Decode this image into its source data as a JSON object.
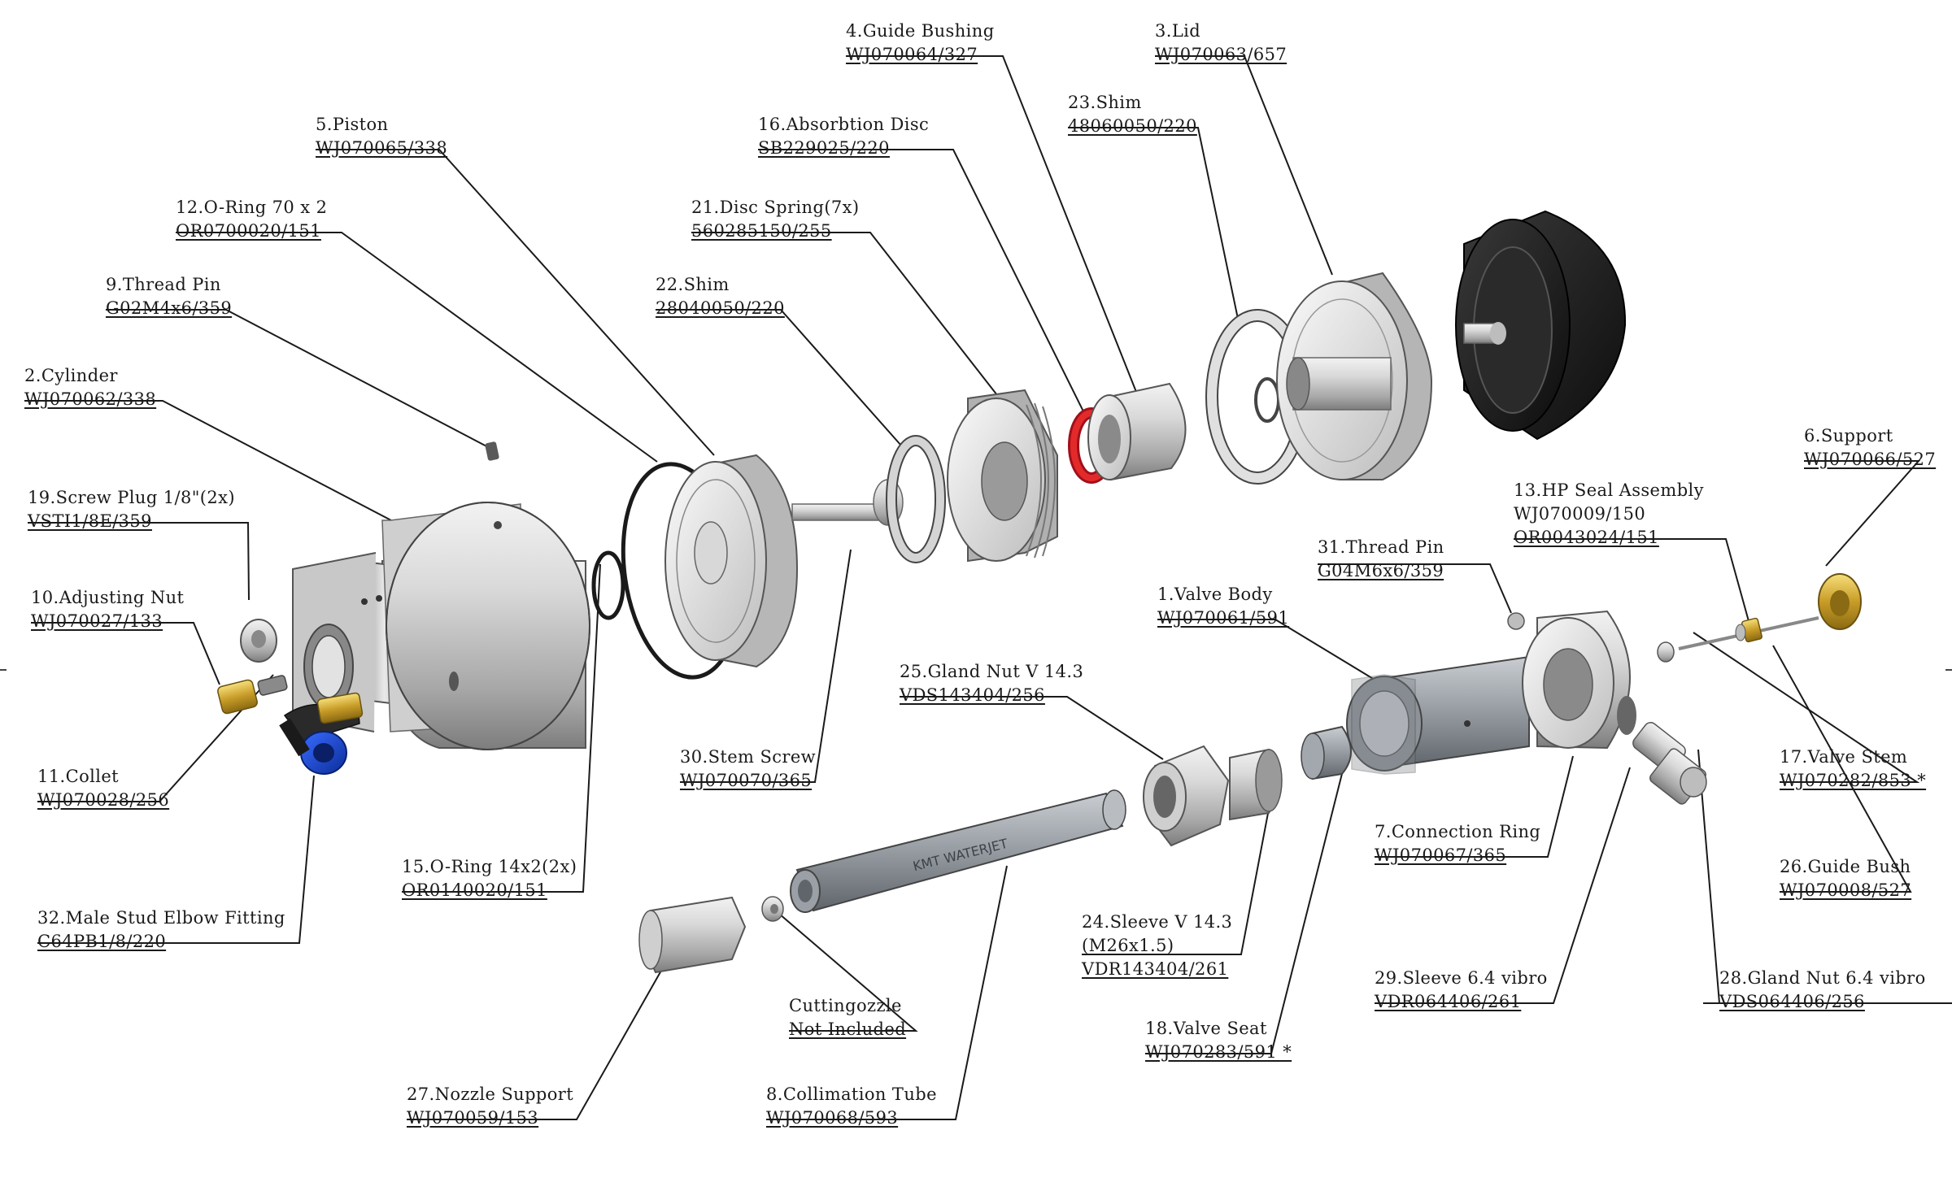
{
  "callouts": [
    {
      "id": "c4",
      "name": "4.Guide Bushing",
      "pn": "WJ070064/327"
    },
    {
      "id": "c3",
      "name": "3.Lid",
      "pn": "WJ070063/657"
    },
    {
      "id": "c23",
      "name": "23.Shim",
      "pn": "48060050/220"
    },
    {
      "id": "c5",
      "name": "5.Piston",
      "pn": "WJ070065/338"
    },
    {
      "id": "c16",
      "name": "16.Absorbtion Disc",
      "pn": "SB229025/220"
    },
    {
      "id": "c12",
      "name": "12.O-Ring 70 x 2",
      "pn": "OR0700020/151"
    },
    {
      "id": "c21",
      "name": "21.Disc Spring(7x)",
      "pn": "560285150/255"
    },
    {
      "id": "c9",
      "name": "9.Thread Pin",
      "pn": "G02M4x6/359"
    },
    {
      "id": "c22",
      "name": "22.Shim",
      "pn": "28040050/220"
    },
    {
      "id": "c2",
      "name": "2.Cylinder",
      "pn": "WJ070062/338"
    },
    {
      "id": "c6",
      "name": "6.Support",
      "pn": "WJ070066/527"
    },
    {
      "id": "c19",
      "name": "19.Screw Plug 1/8\"(2x)",
      "pn": "VSTI1/8E/359"
    },
    {
      "id": "c13",
      "name": "13.HP Seal Assembly",
      "pn2": "WJ070009/150",
      "pn": "OR0043024/151"
    },
    {
      "id": "c31",
      "name": "31.Thread Pin",
      "pn": "G04M6x6/359"
    },
    {
      "id": "c10",
      "name": "10.Adjusting Nut",
      "pn": "WJ070027/133"
    },
    {
      "id": "c1",
      "name": "1.Valve Body",
      "pn": "WJ070061/591"
    },
    {
      "id": "c25",
      "name": "25.Gland Nut V 14.3",
      "pn": "VDS143404/256"
    },
    {
      "id": "c30",
      "name": "30.Stem Screw",
      "pn": "WJ070070/365"
    },
    {
      "id": "c17",
      "name": "17.Valve Stem",
      "pn": "WJ070282/853 *"
    },
    {
      "id": "c11",
      "name": "11.Collet",
      "pn": "WJ070028/256"
    },
    {
      "id": "c7",
      "name": "7.Connection Ring",
      "pn": "WJ070067/365"
    },
    {
      "id": "c15",
      "name": "15.O-Ring 14x2(2x)",
      "pn": "OR0140020/151"
    },
    {
      "id": "c26",
      "name": "26.Guide Bush",
      "pn": "WJ070008/527"
    },
    {
      "id": "c24",
      "name": "24.Sleeve V 14.3",
      "pn2": "(M26x1.5)",
      "pn": "VDR143404/261"
    },
    {
      "id": "c32",
      "name": "32.Male Stud Elbow Fitting",
      "pn": "C64PB1/8/220"
    },
    {
      "id": "c29",
      "name": "29.Sleeve 6.4 vibro",
      "pn": "VDR064406/261"
    },
    {
      "id": "c28",
      "name": "28.Gland Nut 6.4 vibro",
      "pn": "VDS064406/256"
    },
    {
      "id": "cnz",
      "name": "Cuttingozzle",
      "pn": "Not Included"
    },
    {
      "id": "c18",
      "name": "18.Valve Seat",
      "pn": "WJ070283/591 *"
    },
    {
      "id": "c27",
      "name": "27.Nozzle Support",
      "pn": "WJ070059/153"
    },
    {
      "id": "c8",
      "name": "8.Collimation Tube",
      "pn": "WJ070068/593"
    }
  ],
  "tube_engraving": "KMT WATERJET"
}
